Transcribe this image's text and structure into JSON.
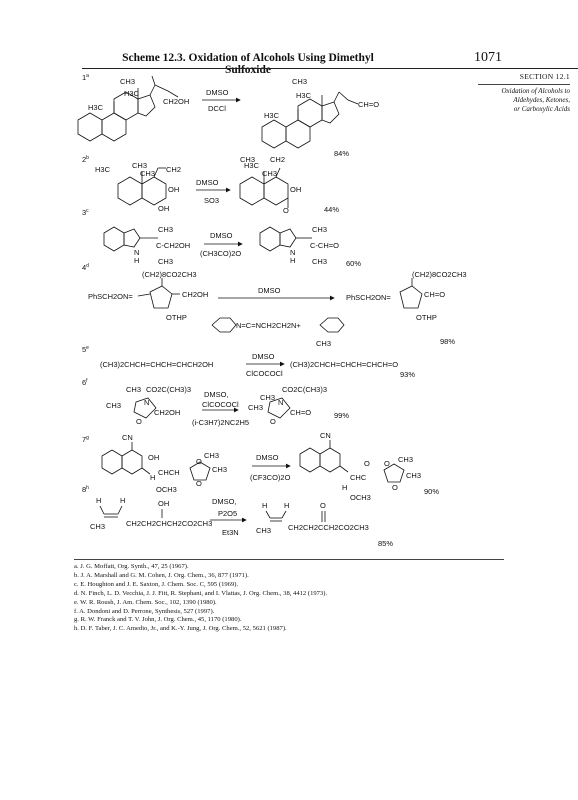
{
  "header": {
    "title": "Scheme 12.3. Oxidation of Alcohols Using Dimethyl Sulfoxide",
    "page_number": "1071"
  },
  "sidebar": {
    "section": "SECTION 12.1",
    "subtitle_lines": [
      "Oxidation of Alcohols to",
      "Aldehydes, Ketones,",
      "or Carboxylic Acids"
    ]
  },
  "reactions": [
    {
      "id": "1",
      "sup": "a",
      "reagents": [
        "DMSO",
        "DCCl"
      ],
      "yield": "84%"
    },
    {
      "id": "2",
      "sup": "b",
      "reagents": [
        "DMSO",
        "SO3"
      ],
      "yield": "44%"
    },
    {
      "id": "3",
      "sup": "c",
      "reagents": [
        "DMSO",
        "(CH3CO)2O"
      ],
      "yield": "60%"
    },
    {
      "id": "4",
      "sup": "d",
      "reagents": [
        "DMSO"
      ],
      "yield": "98%"
    },
    {
      "id": "5",
      "sup": "e",
      "reagents": [
        "DMSO",
        "ClCOCOCl"
      ],
      "yield": "93%"
    },
    {
      "id": "6",
      "sup": "f",
      "reagents": [
        "DMSO,",
        "ClCOCOCl",
        "(i-C3H7)2NC2H5"
      ],
      "yield": "99%"
    },
    {
      "id": "7",
      "sup": "g",
      "reagents": [
        "DMSO",
        "(CF3CO)2O"
      ],
      "yield": "90%"
    },
    {
      "id": "8",
      "sup": "h",
      "reagents": [
        "DMSO,",
        "P2O5",
        "Et3N"
      ],
      "yield": "85%"
    }
  ],
  "labels": {
    "ch3": "CH3",
    "ch2": "CH2",
    "h3c": "H3C",
    "ch2oh": "CH2OH",
    "choeq": "CH=O",
    "oh": "OH",
    "o": "O",
    "h": "H",
    "n": "N",
    "ch2_8co2ch3": "(CH2)8CO2CH3",
    "phsch2on": "PhSCH2ON=",
    "othp": "OTHP",
    "cho_eq": "CH=O",
    "carbodiimide": "N=C=NCH2CH2N+",
    "ch3_chchchoh": "(CH3)2CHCH=CHCH=CHCH2OH",
    "ch3_chchcho": "(CH3)2CHCH=CHCH=CHCH=O",
    "co2cch3": "CO2C(CH3)3",
    "cn": "CN",
    "och3": "OCH3",
    "chch": "CHCH",
    "chc": "CHC",
    "ch2ch2chch": "CH2CH2CHCH2CO2CH3",
    "ch2ch2cch2": "CH2CH2CCH2CO2CH3",
    "c_ch2oh": "C-CH2OH",
    "c_cheq": "C-CH=O",
    "c_cho_r6": "C-CH=O"
  },
  "references": [
    "a. J. G. Moffatt, Org. Synth., 47, 25 (1967).",
    "b. J. A. Marshall and G. M. Cohen, J. Org. Chem., 36, 877 (1971).",
    "c. E. Houghton and J. E. Saxton, J. Chem. Soc. C, 595 (1969).",
    "d. N. Finch, L. D. Vecchia, J. J. Fitt, R. Stephani, and I. Vlattas, J. Org. Chem., 38, 4412 (1973).",
    "e. W. R. Roush, J. Am. Chem. Soc., 102, 1390 (1980).",
    "f. A. Dondoni and D. Perrone, Synthesis, 527 (1997).",
    "g. R. W. Franck and T. V. John, J. Org. Chem., 45, 1170 (1980).",
    "h. D. F. Taber, J. C. Amedio, Jr., and K.-Y. Jung, J. Org. Chem., 52, 5621 (1987)."
  ]
}
